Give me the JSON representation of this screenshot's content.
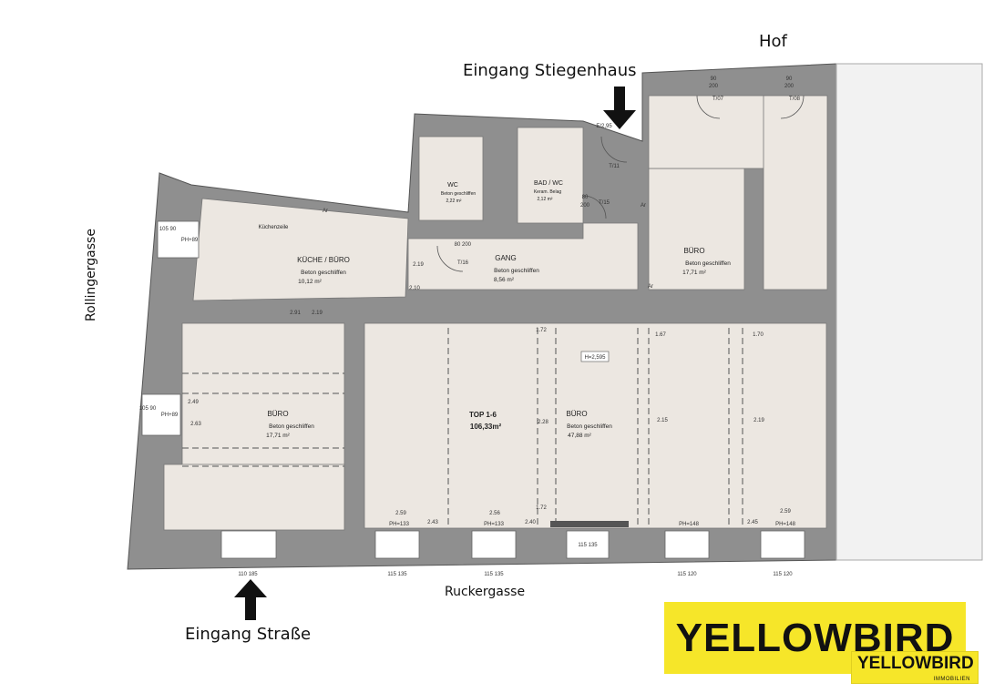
{
  "labels": {
    "hof": "Hof",
    "eingang_stiegenhaus": "Eingang Stiegenhaus",
    "eingang_strasse": "Eingang Straße",
    "rollingergasse": "Rollingergasse",
    "ruckergasse": "Ruckergasse"
  },
  "rooms": {
    "kueche": {
      "name": "KÜCHE / BÜRO",
      "material": "Beton geschliffen",
      "area": "10,12 m²",
      "note": "Küchenzeile"
    },
    "wc": {
      "name": "WC",
      "material": "Beton geschliffen",
      "area": "2,22 m²"
    },
    "bad": {
      "name": "BAD / WC",
      "material": "Keram. Belag",
      "area": "2,12 m²"
    },
    "gang": {
      "name": "GANG",
      "material": "Beton geschliffen",
      "area": "8,56 m²"
    },
    "buero_ne": {
      "name": "BÜRO",
      "material": "Beton geschliffen",
      "area": "17,71 m²"
    },
    "buero_w": {
      "name": "BÜRO",
      "material": "Beton geschliffen",
      "area": "17,71 m²"
    },
    "buero_main": {
      "name": "BÜRO",
      "material": "Beton geschliffen",
      "area": "47,88 m²"
    },
    "top": {
      "name": "TOP 1-6",
      "area": "106,33m²"
    }
  },
  "tags": {
    "height": "H=2,595",
    "t07": "T/07",
    "t08": "T/08",
    "t11": "T/11",
    "t15": "T/15",
    "t16": "T/16",
    "ar1": "Ar",
    "ar2": "Ar",
    "ar3": "Ar",
    "eg": "E/2,95",
    "dims": [
      "2.19",
      "2.10",
      "2.91",
      "2.19",
      "2.49",
      "2.63",
      "1.72",
      "1.72",
      "2.28",
      "2.15",
      "2.19",
      "1.67",
      "1.70",
      "2.59",
      "2.56",
      "2.40",
      "2.43",
      "2.45",
      "2.59",
      "80",
      "200",
      "80",
      "200",
      "90",
      "200",
      "90",
      "200"
    ],
    "ph": [
      "PH+89",
      "PH+89",
      "PH=133",
      "PH=133",
      "PH=148",
      "PH=148"
    ],
    "window_dims": [
      "115 135",
      "115 135",
      "115 135",
      "115 120",
      "115 120",
      "110 185",
      "105 90",
      "105 90"
    ]
  },
  "brand": {
    "logo_main": "YELLOWBIRD",
    "logo_small": "YELLOWBIRD",
    "logo_small_sub": "IMMOBILIEN",
    "color": "#f6e629"
  }
}
